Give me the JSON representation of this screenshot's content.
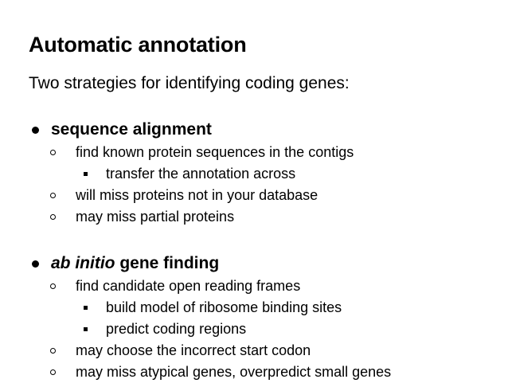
{
  "slide": {
    "title": "Automatic annotation",
    "intro": "Two strategies for identifying coding genes:",
    "background_color": "#ffffff",
    "text_color": "#000000",
    "sections": [
      {
        "heading": "sequence alignment",
        "heading_italic_prefix": "",
        "heading_rest": "sequence alignment",
        "items": [
          {
            "level": 2,
            "text": "find known protein sequences in the contigs"
          },
          {
            "level": 3,
            "text": "transfer the annotation across"
          },
          {
            "level": 2,
            "text": "will miss proteins not in your database"
          },
          {
            "level": 2,
            "text": "may miss partial proteins"
          }
        ]
      },
      {
        "heading": "ab initio gene finding",
        "heading_italic_prefix": "ab initio",
        "heading_rest": " gene finding",
        "items": [
          {
            "level": 2,
            "text": "find candidate open reading frames"
          },
          {
            "level": 3,
            "text": "build model of ribosome binding sites"
          },
          {
            "level": 3,
            "text": "predict coding regions"
          },
          {
            "level": 2,
            "text": "may choose the incorrect start codon"
          },
          {
            "level": 2,
            "text": "may miss atypical genes, overpredict small genes"
          }
        ]
      }
    ]
  }
}
